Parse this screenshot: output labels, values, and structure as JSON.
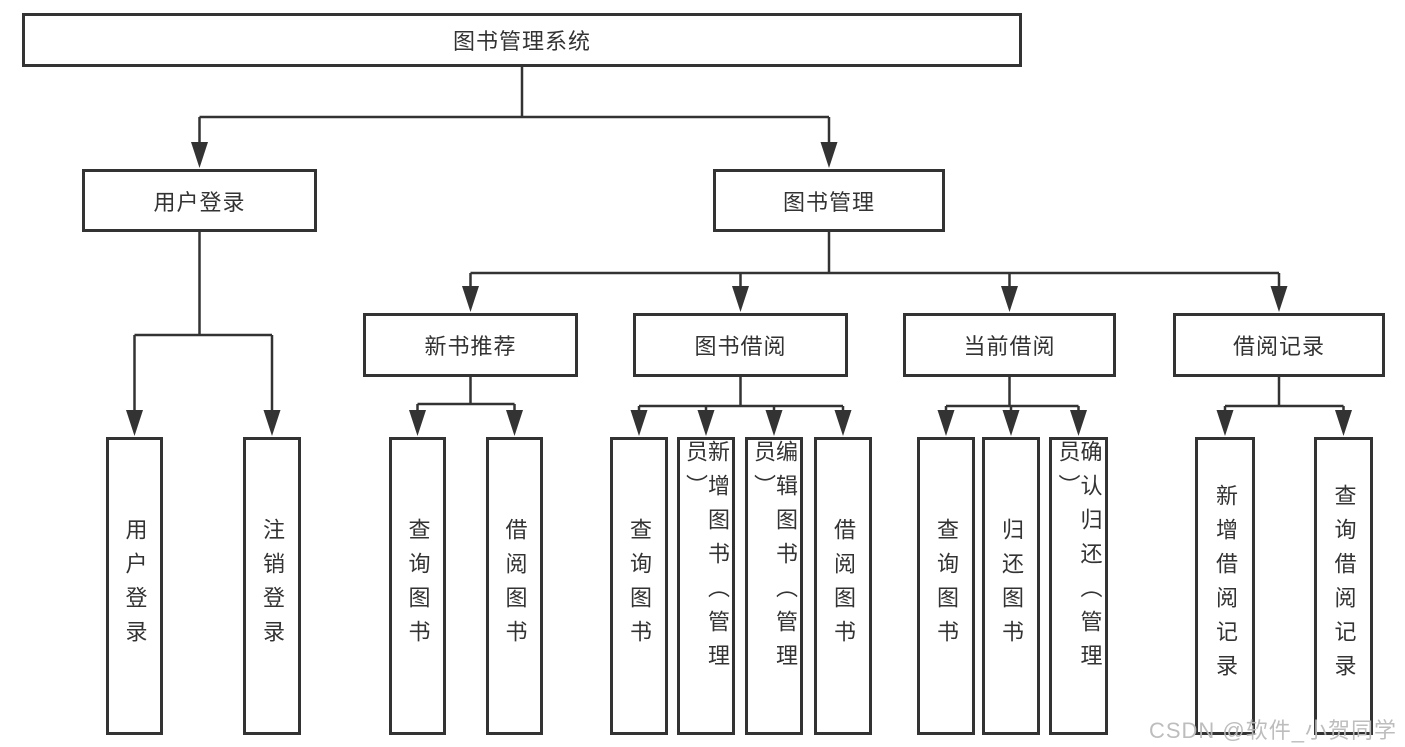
{
  "tree": {
    "label": "图书管理系统",
    "children": [
      {
        "label": "用户登录",
        "children": [
          {
            "label": "用户登录"
          },
          {
            "label": "注销登录"
          }
        ]
      },
      {
        "label": "图书管理",
        "children": [
          {
            "label": "新书推荐",
            "children": [
              {
                "label": "查询图书"
              },
              {
                "label": "借阅图书"
              }
            ]
          },
          {
            "label": "图书借阅",
            "children": [
              {
                "label": "查询图书"
              },
              {
                "label": "新增图书（管理员）"
              },
              {
                "label": "编辑图书（管理员）"
              },
              {
                "label": "借阅图书"
              }
            ]
          },
          {
            "label": "当前借阅",
            "children": [
              {
                "label": "查询图书"
              },
              {
                "label": "归还图书"
              },
              {
                "label": "确认归还（管理员）"
              }
            ]
          },
          {
            "label": "借阅记录",
            "children": [
              {
                "label": "新增借阅记录"
              },
              {
                "label": "查询借阅记录"
              }
            ]
          }
        ]
      }
    ]
  },
  "watermark": {
    "text": "CSDN @软件_小贺同学"
  },
  "colors": {
    "line": "#333333",
    "box_border": "#333333",
    "box_background": "#ffffff",
    "text": "#333333",
    "watermark": "#b9b9b9",
    "background": "#ffffff"
  }
}
